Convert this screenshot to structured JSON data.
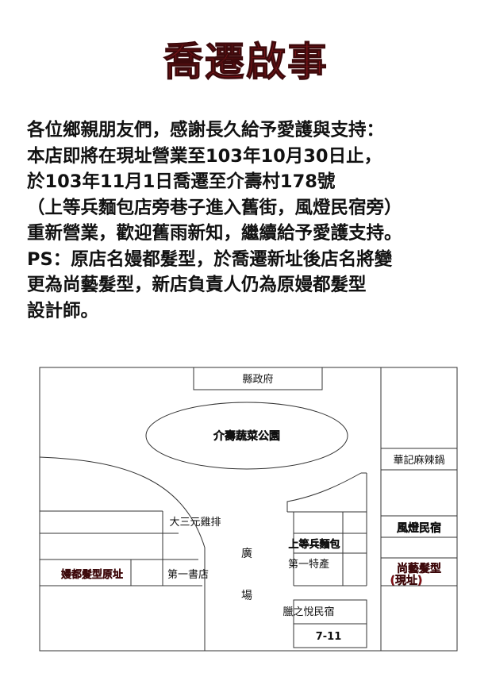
{
  "notice": {
    "title": "喬遷啟事",
    "lines": [
      "各位鄉親朋友們，感謝長久給予愛護與支持：",
      "本店即將在現址營業至103年10月30日止，",
      "於103年11月1日喬遷至介壽村178號",
      "（上等兵麵包店旁巷子進入舊街，風燈民宿旁）",
      "重新營業，歡迎舊雨新知，繼續給予愛護支持。",
      "PS：原店名嫚都髮型，於喬遷新址後店名將變",
      "更為尚藝髮型，新店負責人仍為原嫚都髮型",
      "設計師。"
    ]
  },
  "map": {
    "county_office": "縣政府",
    "park": "介壽蔬菜公園",
    "hotpot": "華記麻辣鍋",
    "chicken": "大三元雞排",
    "bakery": "上等兵麵包",
    "fengdeng": "風燈民宿",
    "old_shop": "嫚都髮型原址",
    "bookstore": "第一書店",
    "special": "第一特產",
    "new_shop_line1": "尚藝髮型",
    "new_shop_line2": "(現址)",
    "plaza_1": "廣",
    "plaza_2": "場",
    "minsu": "臘之悅民宿",
    "seven_eleven": "7-11"
  },
  "colors": {
    "title": "#7a1418",
    "highlight": "#8b0d14",
    "text": "#111111",
    "line": "#333333"
  }
}
